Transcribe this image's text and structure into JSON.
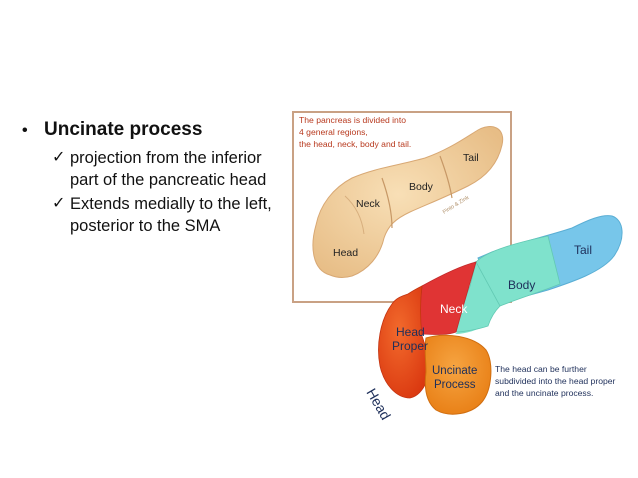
{
  "slide": {
    "bullet": {
      "marker": "•",
      "heading": "Uncinate process",
      "subpoints": [
        {
          "marker": "✓",
          "text": "projection from the inferior part of the pancreatic head"
        },
        {
          "marker": "✓",
          "text": "Extends medially to the left, posterior to the SMA"
        }
      ]
    }
  },
  "diagram_top": {
    "caption_lines": [
      "The pancreas is divided into",
      "4 general regions,",
      "the head, neck, body and tail."
    ],
    "labels": {
      "tail": "Tail",
      "body": "Body",
      "neck": "Neck",
      "head": "Head"
    },
    "watermark": "Pinto & Zink"
  },
  "diagram_bottom": {
    "labels": {
      "tail": "Tail",
      "body": "Body",
      "neck": "Neck",
      "head_proper_lines": [
        "Head",
        "Proper"
      ],
      "uncinate_lines": [
        "Uncinate",
        "Process"
      ],
      "head": "Head"
    },
    "note_lines": [
      "The head can be further",
      "subdivided into the head proper",
      "and the uncinate process."
    ]
  },
  "colors": {
    "pancreas_tan": "#f0cfa0",
    "frame_border": "#c9a184",
    "caption_red": "#b83a1f",
    "head_proper": "#e8431b",
    "neck": "#e03434",
    "uncinate": "#f08a1c",
    "body_teal": "#7fe2cc",
    "tail_blue": "#77c6ea",
    "label_dark": "#1e2f5a"
  }
}
